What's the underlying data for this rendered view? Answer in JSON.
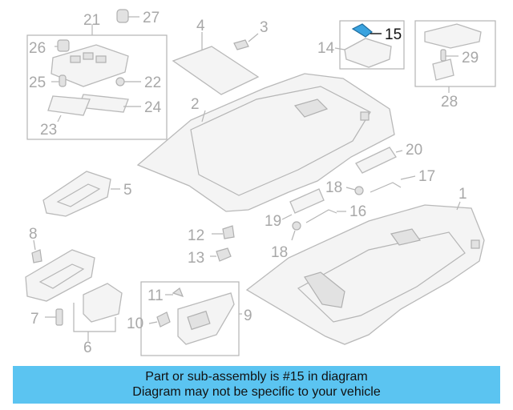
{
  "diagram": {
    "callouts": {
      "c1": "1",
      "c2": "2",
      "c3": "3",
      "c4": "4",
      "c5": "5",
      "c6": "6",
      "c7": "7",
      "c8": "8",
      "c9": "9",
      "c10": "10",
      "c11": "11",
      "c12": "12",
      "c13": "13",
      "c14": "14",
      "c15": "15",
      "c16": "16",
      "c17": "17",
      "c18a": "18",
      "c18b": "18",
      "c19": "19",
      "c20": "20",
      "c21": "21",
      "c22": "22",
      "c23": "23",
      "c24": "24",
      "c25": "25",
      "c26": "26",
      "c27": "27",
      "c28": "28",
      "c29": "29"
    },
    "highlighted_part": "15",
    "colors": {
      "highlight_part": "#3aa3df",
      "lines": "#b5b5b5",
      "banner": "#5bc4f1"
    }
  },
  "banner": {
    "line1": "Part or sub-assembly is #15 in diagram",
    "line2": "Diagram may not be specific to your vehicle"
  }
}
